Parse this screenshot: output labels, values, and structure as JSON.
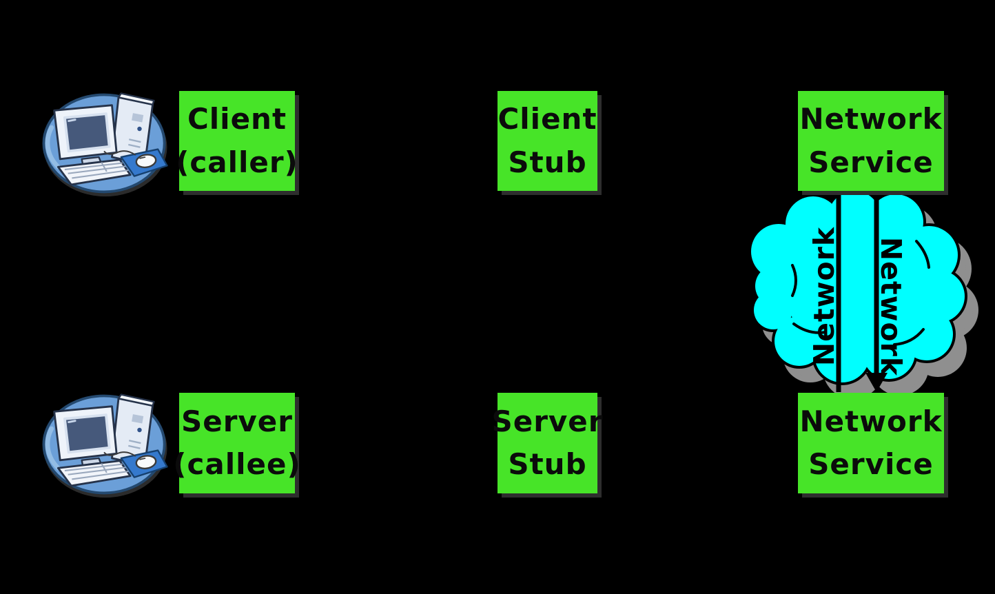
{
  "diagram": {
    "title_hidden": "",
    "type": "rpc-architecture-diagram",
    "background": "#000000"
  },
  "colors": {
    "node_fill": "#47e428",
    "node_text": "#0b0b0b",
    "cloud_fill": "#00ffff",
    "cloud_outline": "#000000",
    "cloud_shadow": "#8f8f8f",
    "arrow": "#000000",
    "computer_disc_blue": "#6b9fd8",
    "mousepad_blue": "#3579cd"
  },
  "nodes": {
    "client": {
      "line1": "Client",
      "line2": "(caller)"
    },
    "client_stub": {
      "line1": "Client",
      "line2": "Stub"
    },
    "network_service_top": {
      "line1": "Network",
      "line2": "Service"
    },
    "server": {
      "line1": "Server",
      "line2": "(callee)"
    },
    "server_stub": {
      "line1": "Server",
      "line2": "Stub"
    },
    "network_service_bottom": {
      "line1": "Network",
      "line2": "Service"
    }
  },
  "cloud": {
    "label_left": "Network",
    "label_right": "Network",
    "arrow_direction": "down"
  },
  "icons": {
    "client_machine": "computer-icon",
    "server_machine": "computer-icon",
    "cloud": "network-cloud-icon"
  }
}
